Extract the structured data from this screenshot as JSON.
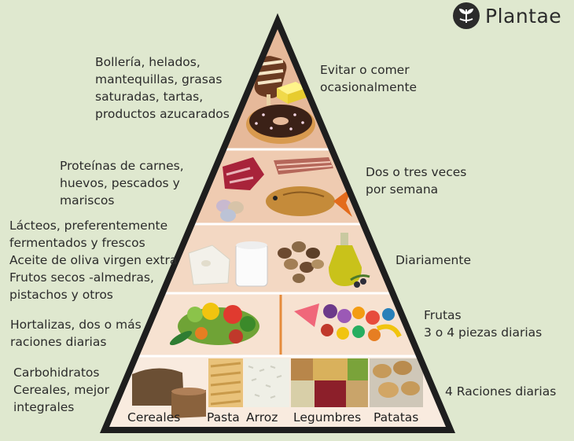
{
  "brand": {
    "name": "Plantae",
    "logo_icon": "plantae-leaf-logo-icon"
  },
  "tiers": [
    {
      "left": [
        "Bollería, helados,",
        "mantequillas, grasas",
        "saturadas, tartas,",
        "productos azucarados"
      ],
      "right": [
        "Evitar o comer",
        "ocasionalmente"
      ],
      "color": "#e6b99a"
    },
    {
      "left": [
        "Proteínas de carnes,",
        "huevos, pescados y",
        "mariscos"
      ],
      "right": [
        "Dos o tres veces",
        "por semana"
      ],
      "color": "#efcbb1"
    },
    {
      "left": [
        "Lácteos, preferentemente",
        "fermentados y frescos",
        "Aceite de oliva virgen extra",
        "Frutos secos -almedras,",
        "pistachos y otros"
      ],
      "right": [
        "Diariamente"
      ],
      "color": "#f3d8c3"
    },
    {
      "left": [
        "Hortalizas, dos o más",
        "raciones diarias"
      ],
      "right": [
        "Frutas",
        "3 o 4 piezas diarias"
      ],
      "color": "#f7e2d1"
    },
    {
      "left": [
        "Carbohidratos",
        "Cereales, mejor",
        "integrales"
      ],
      "right": [
        "4 Raciones diarias"
      ],
      "color": "#f9ebdf"
    }
  ],
  "base_labels": [
    "Cereales",
    "Pasta",
    "Arroz",
    "Legumbres",
    "Patatas"
  ],
  "icons": [
    "ice-cream-icon",
    "butter-icon",
    "donut-icon",
    "steak-icon",
    "bacon-icon",
    "fish-icon",
    "eggs-icon",
    "cheese-icon",
    "milk-glass-icon",
    "nuts-icon",
    "olive-oil-bottle-icon",
    "vegetables-icon",
    "fruits-icon",
    "bread-icon",
    "pasta-icon",
    "rice-icon",
    "legumes-icon",
    "potatoes-icon"
  ]
}
